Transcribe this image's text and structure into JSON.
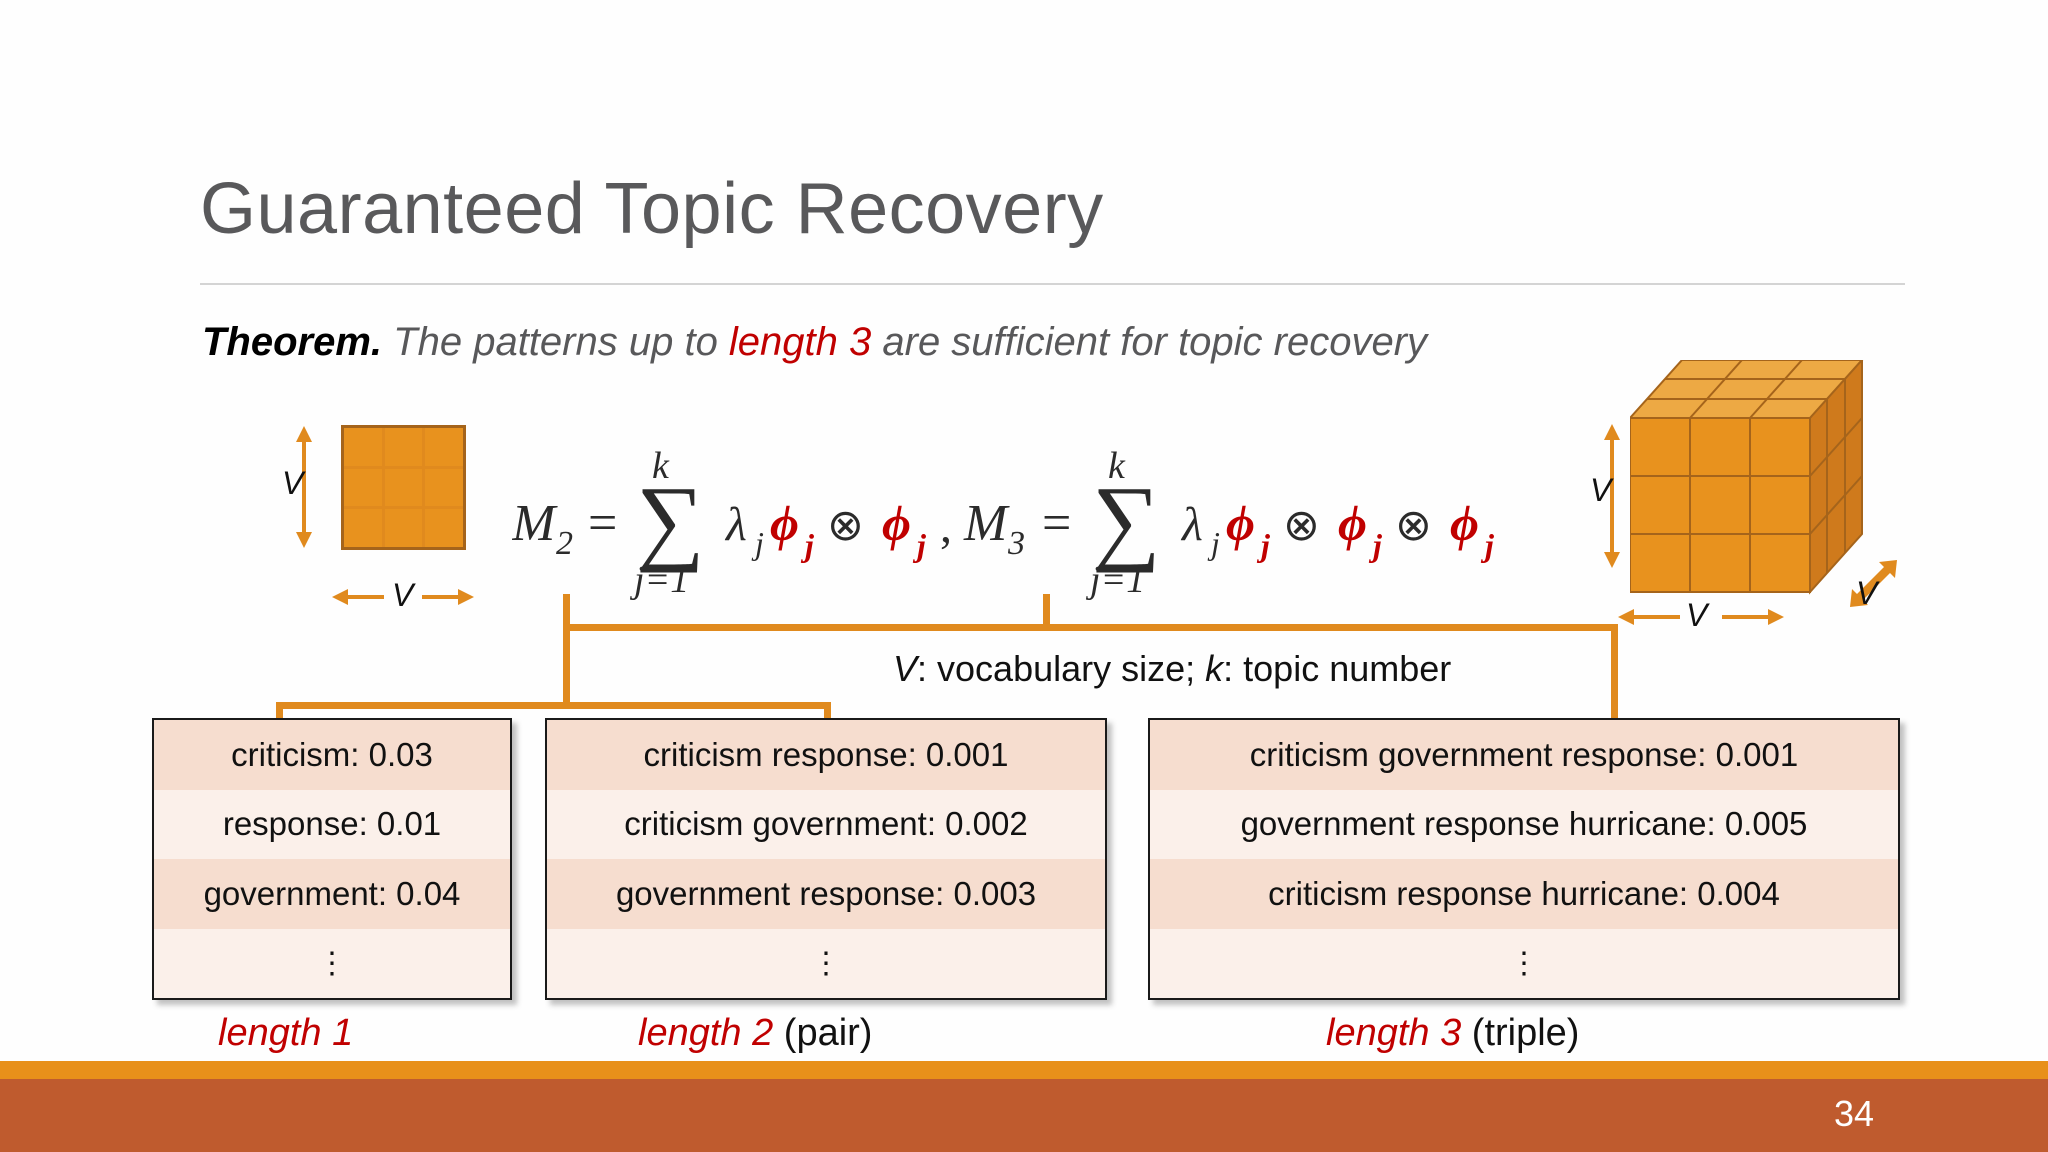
{
  "slide": {
    "title": "Guaranteed Topic Recovery",
    "page_number": "34",
    "accent_orange": "#e08a1e",
    "accent_red": "#c00000",
    "footer_stripe_color": "#e8901a",
    "footer_band_color": "#bf5b2e",
    "title_color": "#59595b"
  },
  "theorem": {
    "lead": "Theorem.",
    "part1": " The patterns up to ",
    "highlight": "length 3",
    "part2": " are sufficient for topic recovery"
  },
  "formula": {
    "m2": "M₂ = Σ (j=1..k) λⱼ φⱼ ⊗ φⱼ",
    "m3": "M₃ = Σ (j=1..k) λⱼ φⱼ ⊗ φⱼ ⊗ φⱼ",
    "upper_limit": "k",
    "lower_limit": "j=1",
    "phi_color": "#c00000"
  },
  "legend": {
    "v_symbol": "V",
    "v_text": ": vocabulary size; ",
    "k_symbol": "k",
    "k_text": ": topic number"
  },
  "matrix": {
    "label_vertical": "V",
    "label_horizontal": "V",
    "rows": 3,
    "cols": 3,
    "fill_color": "#e8921e",
    "grid_color": "#a5641b"
  },
  "cube": {
    "label_vertical": "V",
    "label_horizontal": "V",
    "label_depth": "V",
    "rows": 3,
    "cols": 3,
    "front_color": "#e8921e",
    "top_color": "#eda944",
    "side_color": "#cf7a1c",
    "edge_color": "#a5641b"
  },
  "boxes": [
    {
      "id": "box1",
      "caption_red": "length 1",
      "caption_rest": "",
      "rows": [
        "criticism: 0.03",
        "response: 0.01",
        "government: 0.04",
        "⋮"
      ]
    },
    {
      "id": "box2",
      "caption_red": "length 2",
      "caption_rest": " (pair)",
      "rows": [
        "criticism response: 0.001",
        "criticism government: 0.002",
        "government response: 0.003",
        "⋮"
      ]
    },
    {
      "id": "box3",
      "caption_red": "length 3",
      "caption_rest": " (triple)",
      "rows": [
        "criticism government response: 0.001",
        "government response hurricane: 0.005",
        "criticism response hurricane: 0.004",
        "⋮"
      ]
    }
  ]
}
